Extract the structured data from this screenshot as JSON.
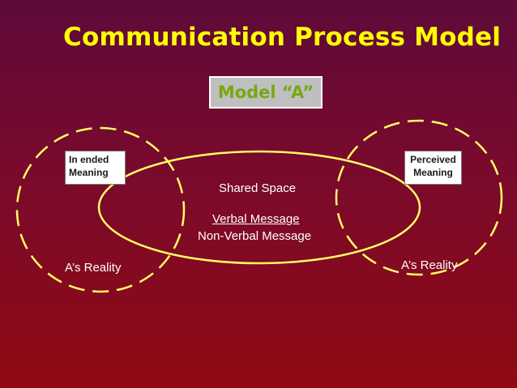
{
  "title": "Communication Process Model",
  "model_label": "Model “A”",
  "left_box": {
    "line1": "In ended",
    "line2": "Meaning"
  },
  "right_box": {
    "line1": "Perceived",
    "line2": "Meaning"
  },
  "center": {
    "shared": "Shared Space",
    "verbal": "Verbal Message",
    "nonverbal": "Non-Verbal Message"
  },
  "left_reality": "A’s Reality",
  "right_reality": "A’s Reality",
  "colors": {
    "title": "#ffff00",
    "model_text": "#77a812",
    "ellipse_stroke": "#ffff66"
  }
}
